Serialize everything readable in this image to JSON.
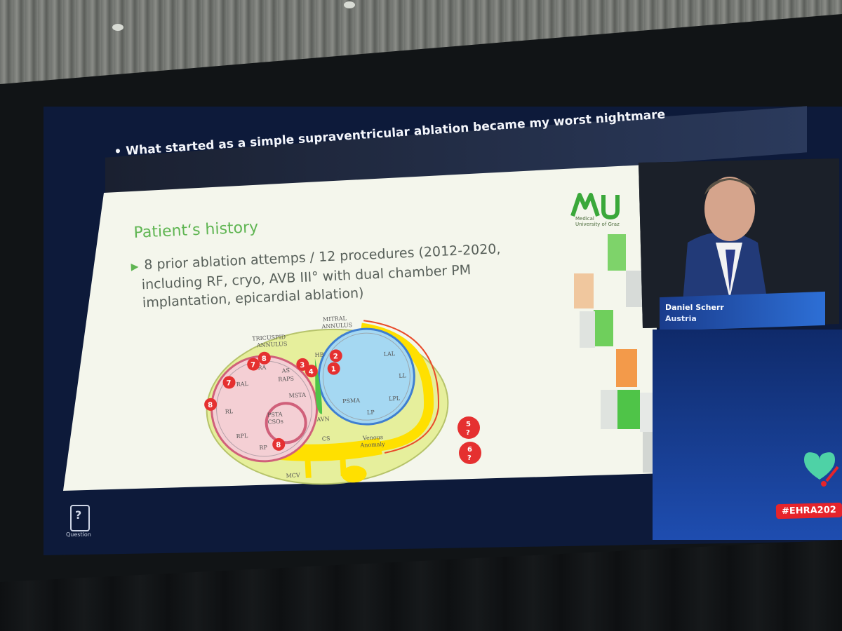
{
  "slide": {
    "title": "What started as a simple supraventricular ablation became my worst nightmare",
    "heading": "Patient‘s history",
    "bullet_lines": [
      "8 prior ablation attemps / 12 procedures (2012-2020,",
      "including RF, cryo, AVB III° with dual chamber PM",
      "implantation, epicardial ablation)"
    ],
    "logo_line1": "Medical",
    "logo_line2": "University of Graz"
  },
  "diagram": {
    "labels": {
      "mitral": "MITRAL",
      "annulus_m": "ANNULUS",
      "tricuspid": "TRICUSPID",
      "annulus_t": "ANNULUS",
      "hb": "HB",
      "ra": "RA",
      "as": "AS",
      "raps": "RAPS",
      "msta": "MSTA",
      "ral": "RAL",
      "rl": "RL",
      "psta": "PSTA",
      "csos": "CSOs",
      "rpl": "RPL",
      "rp": "RP",
      "avn": "AVN",
      "lal": "LAL",
      "ll": "LL",
      "lpl": "LPL",
      "psma": "PSMA",
      "lp": "LP",
      "cs": "CS",
      "mcv": "MCV",
      "venous": "Venous",
      "anomaly": "Anomaly"
    },
    "badges": {
      "b1": "1",
      "b2": "2",
      "b3": "3",
      "b4": "4",
      "b5": "5",
      "b6": "6",
      "b7a": "7",
      "b7b": "7",
      "b8a": "8",
      "b8b": "8",
      "b8c": "8",
      "q": "?"
    }
  },
  "speaker": {
    "name": "Daniel Scherr",
    "country": "Austria"
  },
  "event": {
    "hashtag": "#EHRA202",
    "question_label": "Question",
    "question_icon": "?"
  },
  "colors": {
    "accent_green": "#5fb552",
    "badge_red": "#e53030",
    "name_bar_blue": "#2d6fd6"
  }
}
